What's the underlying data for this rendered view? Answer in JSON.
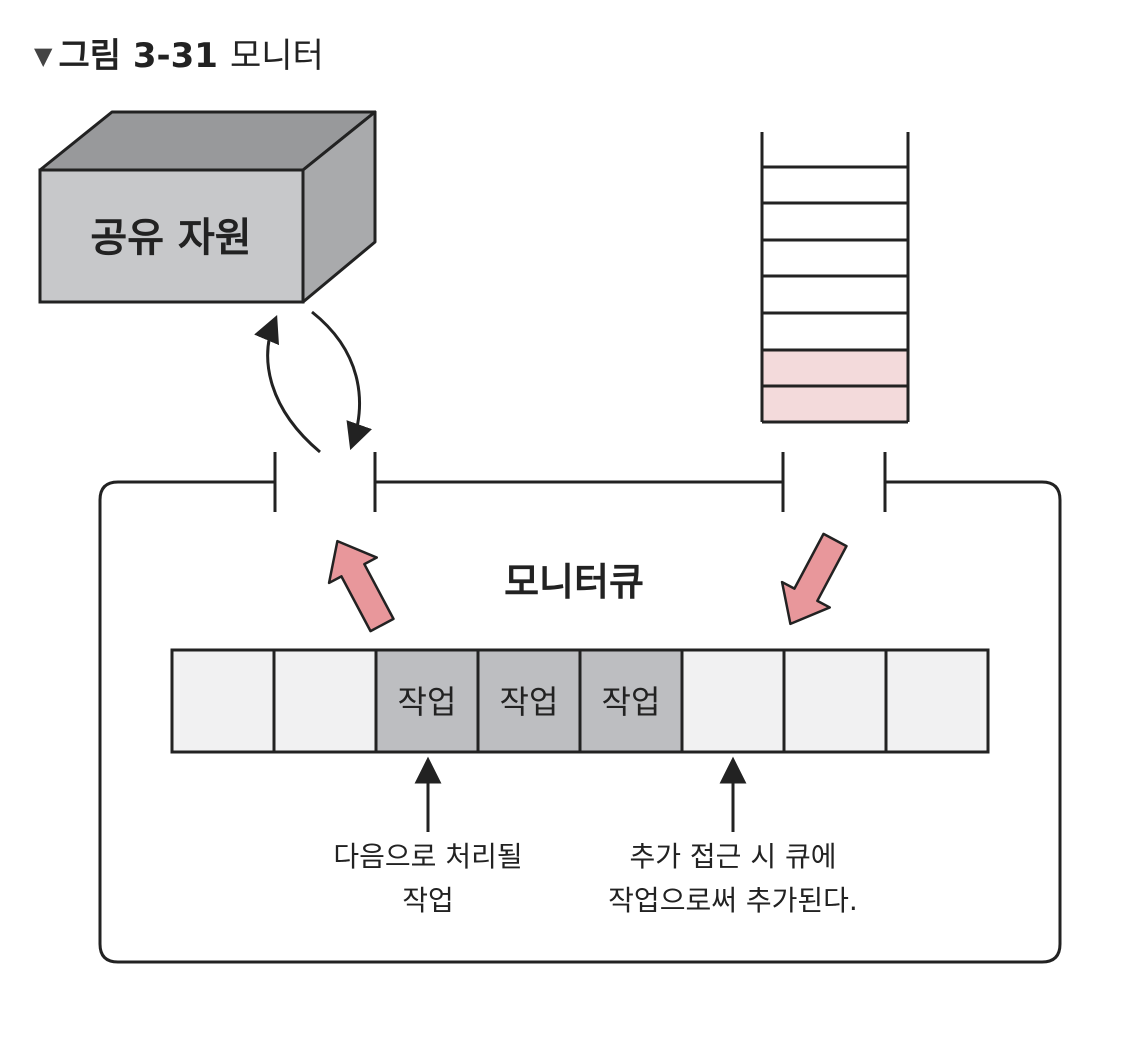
{
  "caption": {
    "marker": "▼",
    "number": "그림 3-31",
    "title": "모니터"
  },
  "shared_resource": {
    "label": "공유 자원"
  },
  "monitor": {
    "queue_label": "모니터큐",
    "slots": [
      "",
      "",
      "작업",
      "작업",
      "작업",
      "",
      "",
      ""
    ]
  },
  "annotations": {
    "next_job": [
      "다음으로 처리될",
      "작업"
    ],
    "enqueue": [
      "추가 접근 시 큐에",
      "작업으로써 추가된다."
    ]
  },
  "colors": {
    "box_face": "#c7c8ca",
    "box_top": "#98999b",
    "box_side": "#a9aaac",
    "job_slot": "#bdbec1",
    "empty_slot": "#f1f1f2",
    "arrow_pink": "#e8979b",
    "queue_highlight": "#f3dadb",
    "line": "#222222"
  }
}
